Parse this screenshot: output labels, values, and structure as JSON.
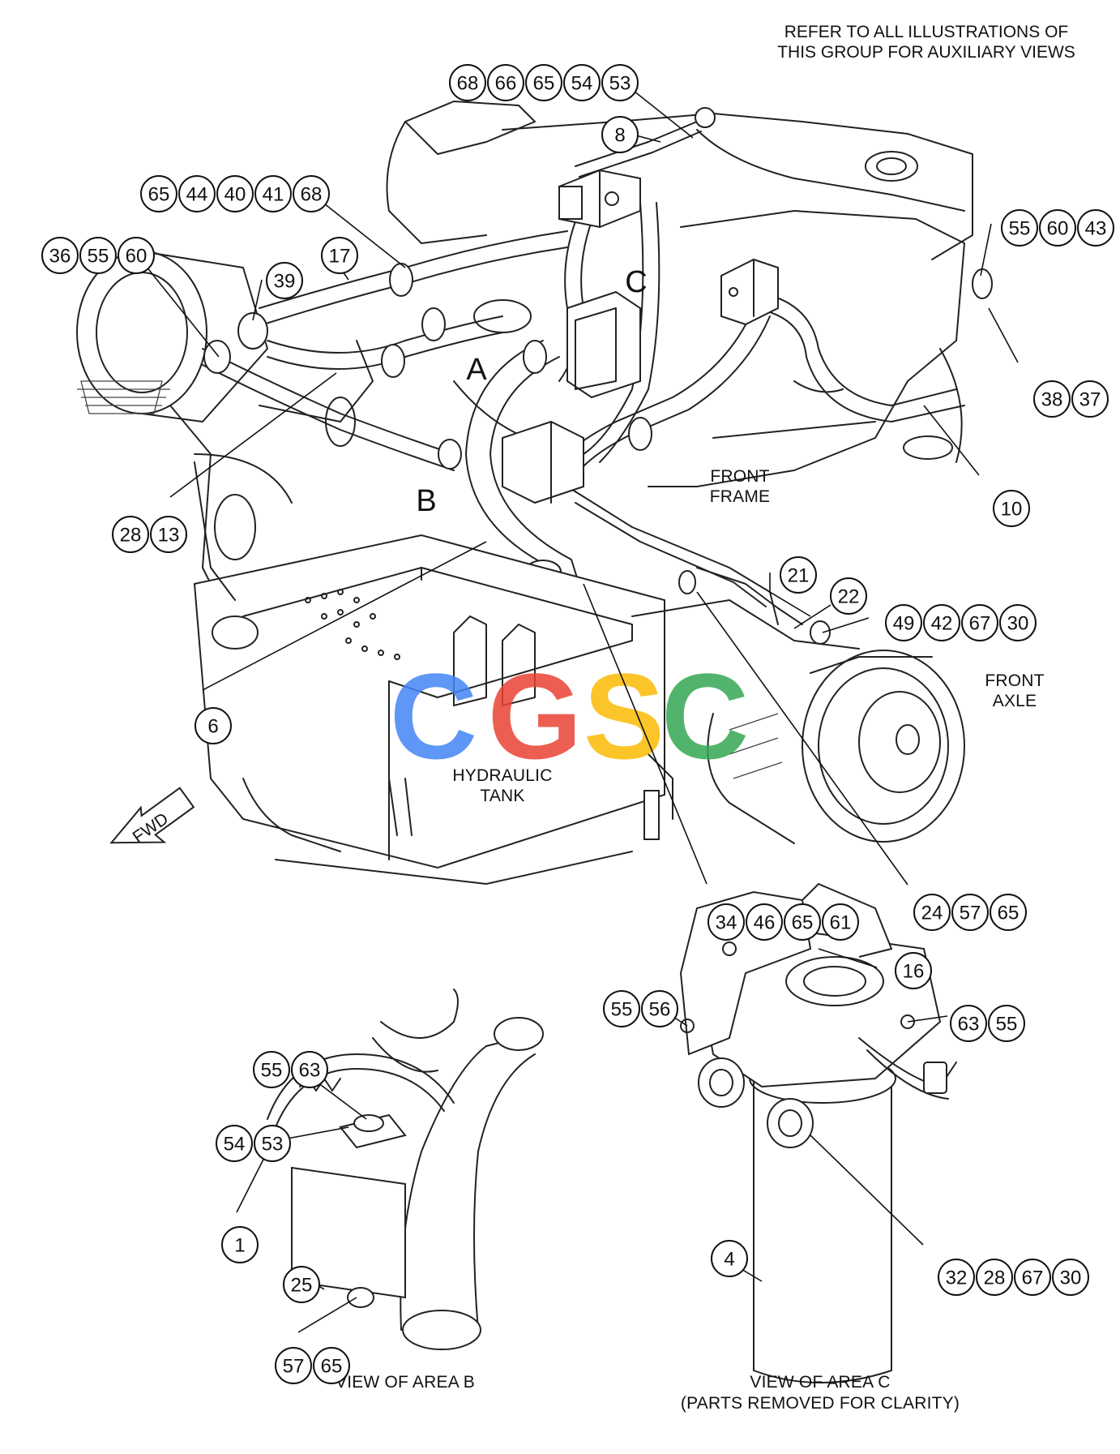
{
  "notes": {
    "refer_line1": "REFER TO ALL ILLUSTRATIONS OF",
    "refer_line2": "THIS GROUP FOR AUXILIARY VIEWS",
    "front_frame_1": "FRONT",
    "front_frame_2": "FRAME",
    "front_axle_1": "FRONT",
    "front_axle_2": "AXLE",
    "hyd_tank_1": "HYDRAULIC",
    "hyd_tank_2": "TANK",
    "fwd": "FWD",
    "view_b": "VIEW OF AREA B",
    "view_c_1": "VIEW OF AREA C",
    "view_c_2": "(PARTS REMOVED FOR CLARITY)"
  },
  "area_letters": {
    "a": "A",
    "b": "B",
    "c": "C"
  },
  "watermark": {
    "text": "CGSC",
    "colors": [
      "#4285f4",
      "#ea4335",
      "#fbbc05",
      "#34a853"
    ]
  },
  "callout_groups": [
    {
      "id": "g-top",
      "numbers": [
        "68",
        "66",
        "65",
        "54",
        "53"
      ]
    },
    {
      "id": "g-8",
      "numbers": [
        "8"
      ]
    },
    {
      "id": "g-65-44",
      "numbers": [
        "65",
        "44",
        "40",
        "41",
        "68"
      ]
    },
    {
      "id": "g-36",
      "numbers": [
        "36",
        "55",
        "60"
      ]
    },
    {
      "id": "g-17",
      "numbers": [
        "17"
      ]
    },
    {
      "id": "g-39",
      "numbers": [
        "39"
      ]
    },
    {
      "id": "g-55-60-43",
      "numbers": [
        "55",
        "60",
        "43"
      ]
    },
    {
      "id": "g-38",
      "numbers": [
        "38",
        "37"
      ]
    },
    {
      "id": "g-10",
      "numbers": [
        "10"
      ]
    },
    {
      "id": "g-28-13",
      "numbers": [
        "28",
        "13"
      ]
    },
    {
      "id": "g-21",
      "numbers": [
        "21"
      ]
    },
    {
      "id": "g-22",
      "numbers": [
        "22"
      ]
    },
    {
      "id": "g-49",
      "numbers": [
        "49",
        "42",
        "67",
        "30"
      ]
    },
    {
      "id": "g-6",
      "numbers": [
        "6"
      ]
    },
    {
      "id": "g-34",
      "numbers": [
        "34",
        "46",
        "65",
        "61"
      ]
    },
    {
      "id": "g-24",
      "numbers": [
        "24",
        "57",
        "65"
      ]
    },
    {
      "id": "g-16",
      "numbers": [
        "16"
      ]
    },
    {
      "id": "g-55-56",
      "numbers": [
        "55",
        "56"
      ]
    },
    {
      "id": "g-63-55",
      "numbers": [
        "63",
        "55"
      ]
    },
    {
      "id": "g-55-63",
      "numbers": [
        "55",
        "63"
      ]
    },
    {
      "id": "g-54-53",
      "numbers": [
        "54",
        "53"
      ]
    },
    {
      "id": "g-1",
      "numbers": [
        "1"
      ]
    },
    {
      "id": "g-25",
      "numbers": [
        "25"
      ]
    },
    {
      "id": "g-57-65",
      "numbers": [
        "57",
        "65"
      ]
    },
    {
      "id": "g-4",
      "numbers": [
        "4"
      ]
    },
    {
      "id": "g-32",
      "numbers": [
        "32",
        "28",
        "67",
        "30"
      ]
    }
  ]
}
